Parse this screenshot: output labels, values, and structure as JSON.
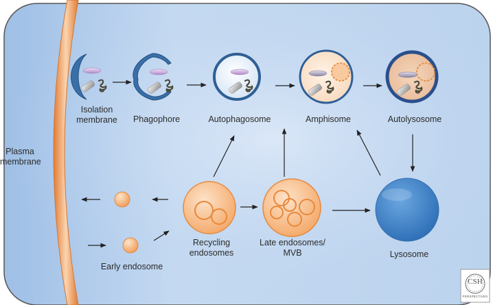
{
  "diagram": {
    "labels": {
      "plasma_membrane": [
        "Plasma",
        "membrane"
      ],
      "isolation_membrane": [
        "Isolation",
        "membrane"
      ],
      "phagophore": "Phagophore",
      "autophagosome": "Autophagosome",
      "amphisome": "Amphisome",
      "autolysosome": "Autolysosome",
      "recycling_endosomes": [
        "Recycling",
        "endosomes"
      ],
      "late_endosomes": [
        "Late endosomes/",
        "MVB"
      ],
      "lysosome": "Lysosome",
      "early_endosome": "Early endosome"
    },
    "logo": {
      "text": "CSH",
      "subtext": "PERSPECTIVES"
    },
    "colors": {
      "cell_fill": "#bcd3ee",
      "membrane_orange": "#f0a46a",
      "vesicle_blue": "#3f77b2",
      "endosome_orange": "#f7b784",
      "lysosome_blue": "#3d80c6"
    }
  }
}
